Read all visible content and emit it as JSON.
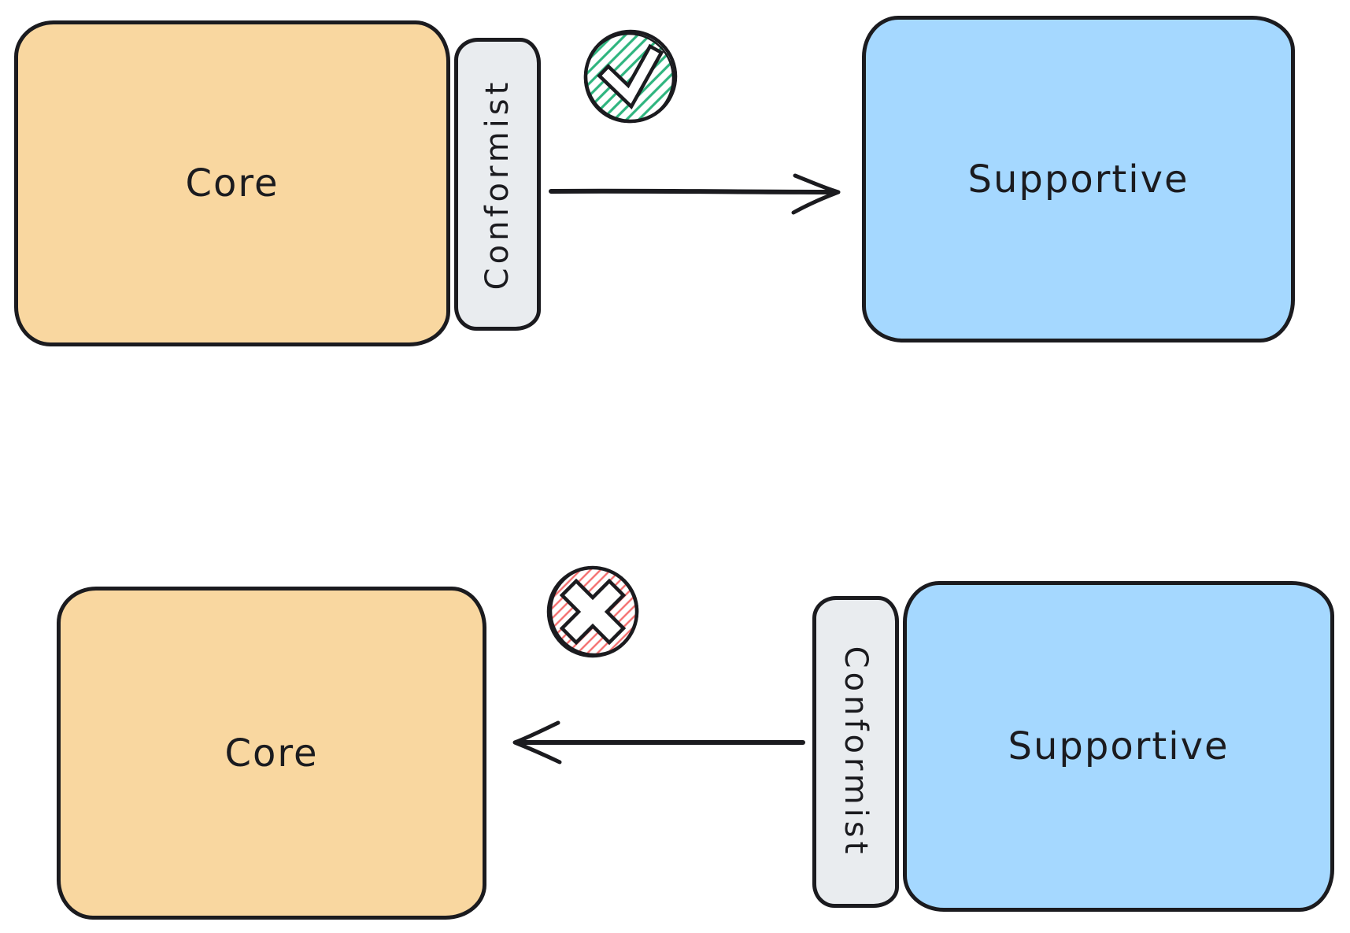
{
  "diagram": {
    "background": "#ffffff",
    "stroke": "#1b1b1f",
    "palette": {
      "core_fill": "#f9d7a0",
      "supportive_fill": "#a5d8ff",
      "conformist_fill": "#e9ecef",
      "allowed_green": "#2fb57f",
      "forbidden_red": "#f47070"
    },
    "top_flow": {
      "core_label": "Core",
      "conformist_label": "Conformist",
      "supportive_label": "Supportive",
      "relation_icon": "check-icon",
      "relation": "allowed",
      "arrow_direction": "left-to-right"
    },
    "bottom_flow": {
      "core_label": "Core",
      "conformist_label": "Conformist",
      "supportive_label": "Supportive",
      "relation_icon": "cross-icon",
      "relation": "not-allowed",
      "arrow_direction": "right-to-left"
    }
  }
}
